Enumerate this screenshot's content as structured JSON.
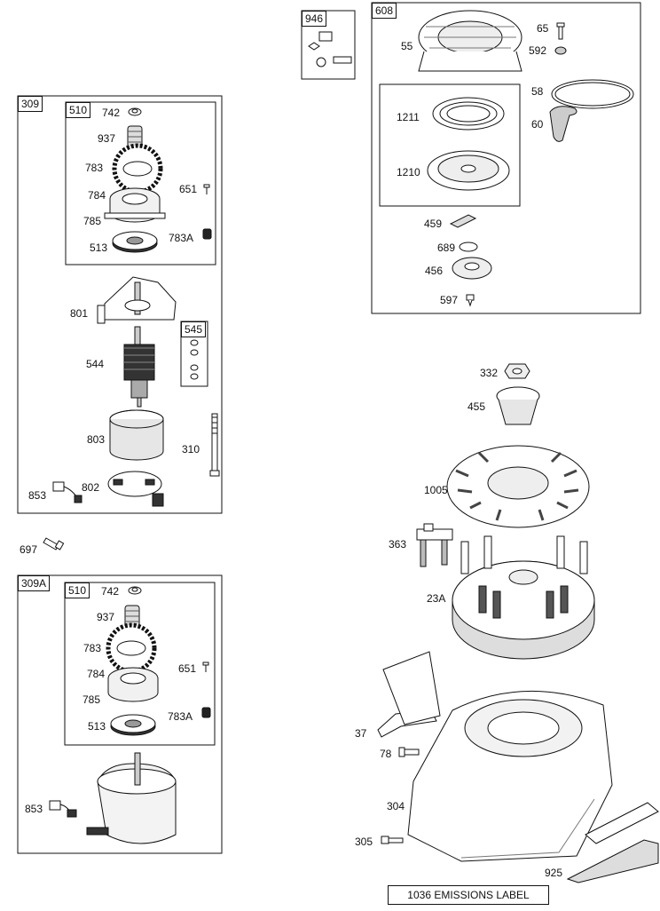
{
  "groups": {
    "starter_309": "309",
    "gear_kit_510_a": "510",
    "brush_kit_545": "545",
    "starter_309A": "309A",
    "gear_kit_510_b": "510",
    "fastener_kit_946": "946",
    "rewind_starter_608": "608"
  },
  "parts": {
    "p742_a": "742",
    "p937_a": "937",
    "p783_a": "783",
    "p784_a": "784",
    "p785_a": "785",
    "p513_a": "513",
    "p651_a": "651",
    "p783A_a": "783A",
    "p801": "801",
    "p544": "544",
    "p803": "803",
    "p310": "310",
    "p802": "802",
    "p853_a": "853",
    "p697": "697",
    "p742_b": "742",
    "p937_b": "937",
    "p783_b": "783",
    "p784_b": "784",
    "p785_b": "785",
    "p513_b": "513",
    "p651_b": "651",
    "p783A_b": "783A",
    "p853_b": "853",
    "p55": "55",
    "p65": "65",
    "p592": "592",
    "p58": "58",
    "p60": "60",
    "p1211": "1211",
    "p1210": "1210",
    "p459": "459",
    "p689": "689",
    "p456": "456",
    "p597": "597",
    "p332": "332",
    "p455": "455",
    "p1005": "1005",
    "p363": "363",
    "p23A": "23A",
    "p37": "37",
    "p78": "78",
    "p304": "304",
    "p305": "305",
    "p925": "925"
  },
  "emissions_label": "1036 EMISSIONS LABEL"
}
